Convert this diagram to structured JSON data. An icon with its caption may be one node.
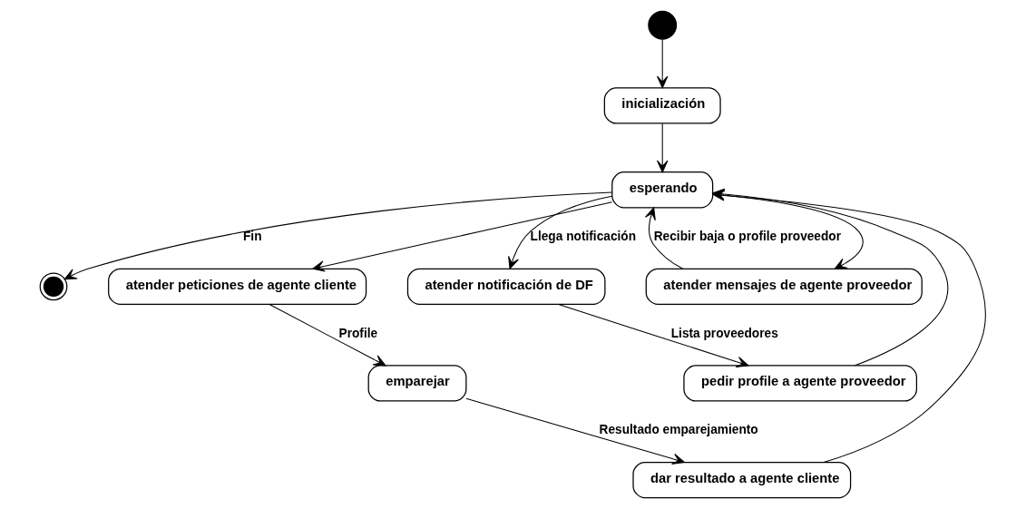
{
  "diagram": {
    "nodes": [
      {
        "text": [
          "inicialización"
        ]
      },
      {
        "text": [],
        "shape": "circle"
      },
      {
        "text": [],
        "shape": "circle"
      },
      {
        "text": [
          "esperando"
        ]
      },
      {
        "text": [
          "atender notificación de DF"
        ]
      },
      {
        "text": [
          "atender peticiones de agente cliente"
        ]
      },
      {
        "text": [
          "pedir profile a agente proveedor"
        ]
      },
      {
        "text": [
          "emparejar"
        ]
      },
      {
        "text": [
          "dar resultado a agente cliente"
        ]
      },
      {
        "text": [
          "atender mensajes de agente proveedor"
        ]
      }
    ],
    "edges": [
      {
        "from": 1,
        "to": 0,
        "arrow": "to"
      },
      {
        "from": 0,
        "to": 3,
        "arrow": "to"
      },
      {
        "from": 3,
        "to": 2,
        "arrow": "to",
        "label": "Fin"
      },
      {
        "from": 3,
        "to": 4,
        "arrow": "to",
        "label": "Llega notificación"
      },
      {
        "from": 4,
        "to": 6,
        "arrow": "to",
        "label": "Lista proveedores"
      },
      {
        "from": 6,
        "to": 3,
        "arrow": "to"
      },
      {
        "from": 3,
        "to": 5,
        "arrow": "to"
      },
      {
        "from": 5,
        "to": 7,
        "arrow": "to",
        "label": "Profile"
      },
      {
        "from": 7,
        "to": 8,
        "arrow": "to",
        "label": "Resultado emparejamiento"
      },
      {
        "from": 8,
        "to": 3,
        "arrow": "to"
      },
      {
        "from": 3,
        "to": 9,
        "arrow": "to"
      },
      {
        "from": 9,
        "to": 3,
        "arrow": "to",
        "label": "Recibir baja o profile proveedor"
      }
    ]
  }
}
